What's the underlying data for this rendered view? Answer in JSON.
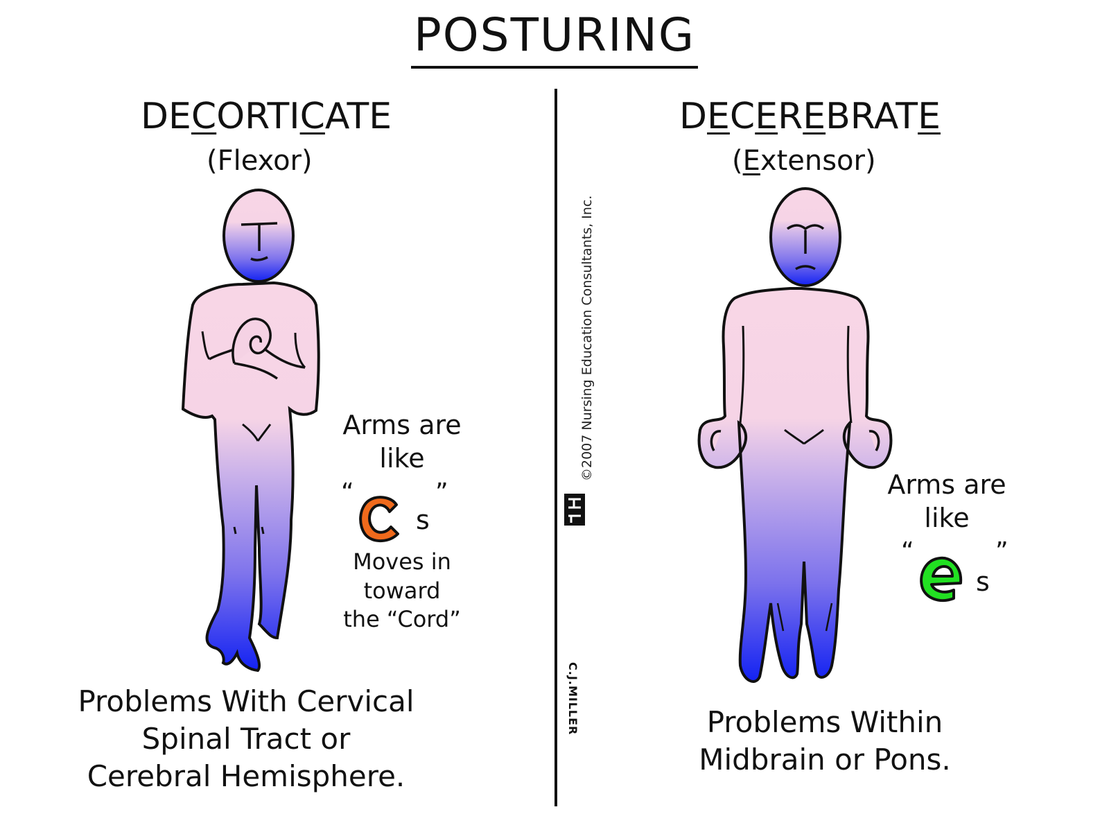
{
  "title": "POSTURING",
  "left": {
    "heading_parts": [
      "DE",
      "C",
      "ORTI",
      "C",
      "ATE"
    ],
    "subtitle": "(Flexor)",
    "note_line1": "Arms are",
    "note_line2": "like",
    "quote_open": "“",
    "letter": "C",
    "plural": "s",
    "quote_close": "”",
    "moves_line1": "Moves in",
    "moves_line2": "toward",
    "moves_line3": "the “Cord”",
    "caption_line1": "Problems With Cervical",
    "caption_line2": "Spinal Tract or",
    "caption_line3": "Cerebral Hemisphere.",
    "letter_color": "#f06a1c"
  },
  "right": {
    "heading_parts": [
      "D",
      "E",
      "C",
      "E",
      "R",
      "E",
      "BRAT",
      "E"
    ],
    "subtitle_parts": [
      "(",
      "E",
      "xtensor)"
    ],
    "note_line1": "Arms are",
    "note_line2": "like",
    "quote_open": "“",
    "letter": "e",
    "plural": "s",
    "quote_close": "”",
    "caption_line1": "Problems Within",
    "caption_line2": "Midbrain or Pons.",
    "letter_color": "#22e022"
  },
  "copyright": "©2007 Nursing Education Consultants, Inc.",
  "signature": "C.J.MILLER",
  "colors": {
    "skin_top": "#f8d4e6",
    "skin_mid": "#c6aee8",
    "skin_bottom": "#1c2cf0",
    "outline": "#111111"
  }
}
